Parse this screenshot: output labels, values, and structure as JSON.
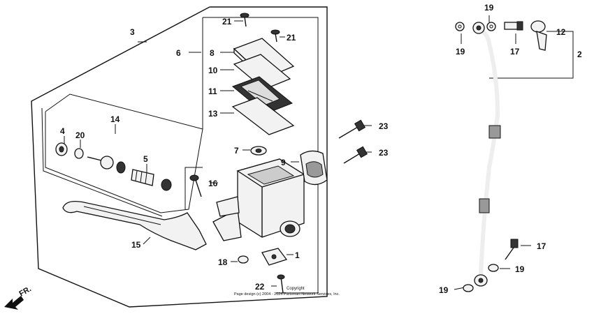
{
  "callouts": {
    "c1": "1",
    "c2": "2",
    "c3": "3",
    "c4": "4",
    "c5": "5",
    "c6": "6",
    "c7": "7",
    "c8": "8",
    "c9": "9",
    "c10": "10",
    "c11": "11",
    "c12": "12",
    "c13": "13",
    "c14": "14",
    "c15": "15",
    "c16": "16",
    "c17a": "17",
    "c17b": "17",
    "c18": "18",
    "c19a": "19",
    "c19b": "19",
    "c19c": "19",
    "c19d": "19",
    "c20": "20",
    "c21a": "21",
    "c21b": "21",
    "c22": "22",
    "c23a": "23",
    "c23b": "23"
  },
  "front_arrow": "FR.",
  "copyright_line1": "Copyright",
  "copyright_line2": "Page design (c) 2004 - 2024 Partsmart Network Services, Inc."
}
